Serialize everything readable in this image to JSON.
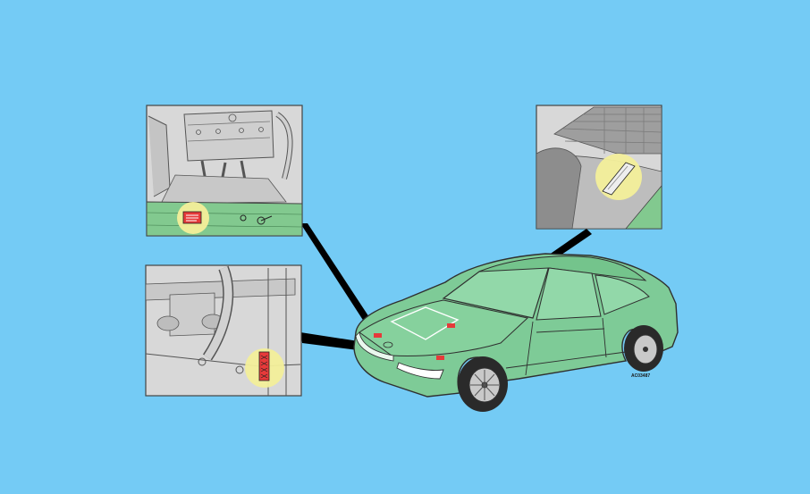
{
  "figure": {
    "reference_code": "AC03487",
    "colors": {
      "background": "#74cbf5",
      "car_body": "#7ecb97",
      "panel_frame": "#4a4a4a",
      "callout_highlight": "#f3ef9a",
      "label_red": "#e63a3a",
      "leader_line": "#000000",
      "detail_green": "#82c98f"
    },
    "callouts": [
      {
        "id": "engine-bay-plate",
        "target": "front-panel-left"
      },
      {
        "id": "engine-block-stamp",
        "target": "engine-block"
      },
      {
        "id": "windscreen-vin-plate",
        "target": "windscreen-base"
      }
    ]
  }
}
